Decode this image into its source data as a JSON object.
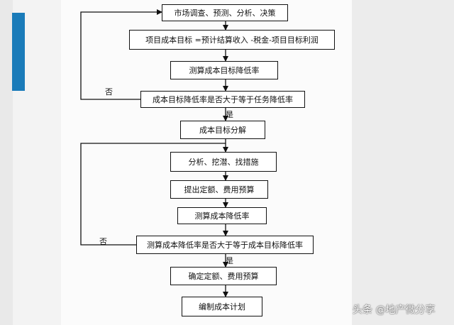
{
  "flow": {
    "step1": "市场调查、预测、分析、决策",
    "step2": "项目成本目标 =预计结算收入 -税金-项目目标利润",
    "step3": "测算成本目标降低率",
    "decision1": "成本目标降低率是否大于等于任务降低率",
    "step4": "成本目标分解",
    "step5": "分析、挖潜、找措施",
    "step6": "提出定额、费用预算",
    "step7": "测算成本降低率",
    "decision2": "测算成本降低率是否大于等于成本目标降低率",
    "step8": "确定定额、费用预算",
    "step9": "编制成本计划",
    "no_label_1": "否",
    "yes_label_1": "是",
    "no_label_2": "否",
    "yes_label_2": "是"
  },
  "watermark": "头条 @地产微分享",
  "colors": {
    "accent": "#1a7bb9",
    "line": "#111111"
  }
}
